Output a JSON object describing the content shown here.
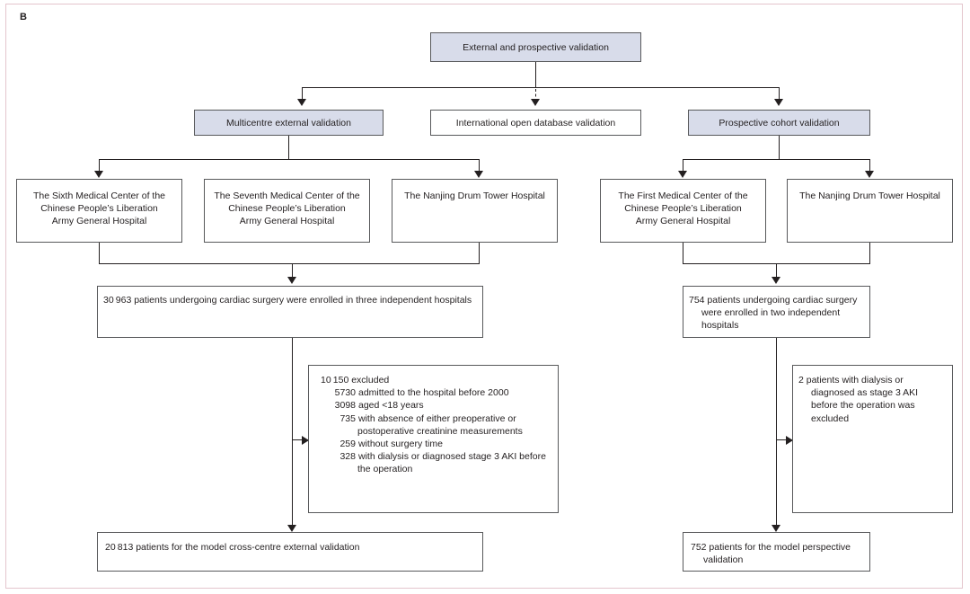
{
  "panel": {
    "letter": "B"
  },
  "colors": {
    "frame_border": "#e4c5cd",
    "box_border": "#58595b",
    "shaded_fill": "#d8dcea",
    "text": "#231f20",
    "connector": "#231f20"
  },
  "nodes": {
    "root": {
      "label": "External and prospective validation"
    },
    "branch_multicentre": {
      "label": "Multicentre external validation"
    },
    "branch_international": {
      "label": "International open database validation"
    },
    "branch_prospective": {
      "label": "Prospective cohort validation"
    },
    "hospital_sixth": {
      "line1": "The Sixth Medical Center of the",
      "line2": "Chinese People’s Liberation",
      "line3": "Army General Hospital"
    },
    "hospital_seventh": {
      "line1": "The Seventh Medical Center of the",
      "line2": "Chinese People’s Liberation",
      "line3": "Army General Hospital"
    },
    "hospital_nanjing_left": {
      "line1": "The Nanjing Drum Tower Hospital"
    },
    "hospital_first": {
      "line1": "The First Medical Center of the",
      "line2": "Chinese People’s Liberation",
      "line3": "Army General Hospital"
    },
    "hospital_nanjing_right": {
      "line1": "The Nanjing Drum Tower Hospital"
    },
    "enrolled_left": {
      "text": "30 963 patients undergoing cardiac surgery were enrolled in three independent hospitals"
    },
    "enrolled_right": {
      "text": "754 patients undergoing cardiac surgery were enrolled in two independent hospitals"
    },
    "excluded_left": {
      "title": "10 150 excluded",
      "items": [
        {
          "num": "5730",
          "text": "admitted to the hospital before 2000"
        },
        {
          "num": "3098",
          "text": "aged <18 years"
        },
        {
          "num": "735",
          "text": "with absence of either preoperative or postoperative creatinine measurements"
        },
        {
          "num": "259",
          "text": "without surgery time"
        },
        {
          "num": "328",
          "text": "with dialysis or diagnosed stage 3 AKI before the operation"
        }
      ]
    },
    "excluded_right": {
      "text": "2 patients with dialysis or diagnosed as stage 3 AKI before the operation was excluded"
    },
    "final_left": {
      "text": "20 813 patients for the model cross-centre external validation"
    },
    "final_right": {
      "text": "752 patients for the model perspective validation"
    }
  }
}
